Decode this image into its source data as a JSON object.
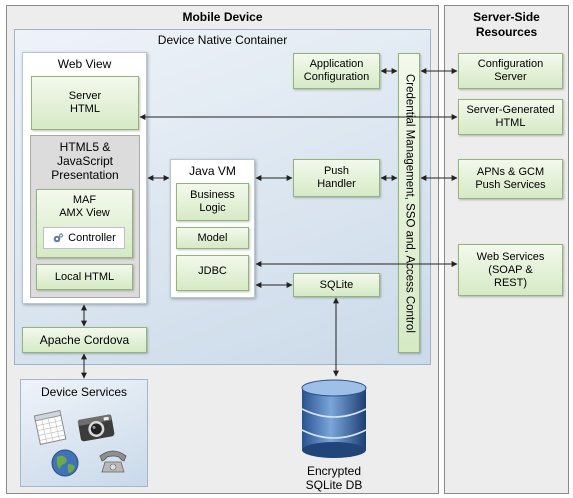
{
  "mobile_device": {
    "title": "Mobile Device"
  },
  "native_container": {
    "title": "Device Native Container"
  },
  "server_side": {
    "title_line1": "Server-Side",
    "title_line2": "Resources"
  },
  "web_view": {
    "title": "Web View",
    "server_html": "Server\nHTML",
    "html5_title": "HTML5 &\nJavaScript\nPresentation",
    "maf_title": "MAF\nAMX View",
    "controller": "Controller",
    "local_html": "Local HTML"
  },
  "java_vm": {
    "title": "Java VM",
    "business_logic": "Business\nLogic",
    "model": "Model",
    "jdbc": "JDBC"
  },
  "app_config": "Application\nConfiguration",
  "push_handler": "Push\nHandler",
  "sqlite": "SQLite",
  "credential_bar": "Credential Management, SSO and, Access Control",
  "apache_cordova": "Apache Cordova",
  "device_services": {
    "title": "Device Services"
  },
  "encrypted_db": "Encrypted\nSQLite DB",
  "server_boxes": {
    "config_server": "Configuration\nServer",
    "server_generated_html": "Server-Generated\nHTML",
    "apns_gcm": "APNs & GCM\nPush Services",
    "web_services": "Web Services\n(SOAP &\nREST)"
  },
  "colors": {
    "green_fill": "#dcedce",
    "green_border": "#93b57b",
    "container_blue": "#d6e3f0",
    "panel_gray": "#eeeeee"
  },
  "icons": [
    "calendar-icon",
    "camera-icon",
    "globe-icon",
    "telephone-icon",
    "database-icon",
    "gear-icon"
  ]
}
